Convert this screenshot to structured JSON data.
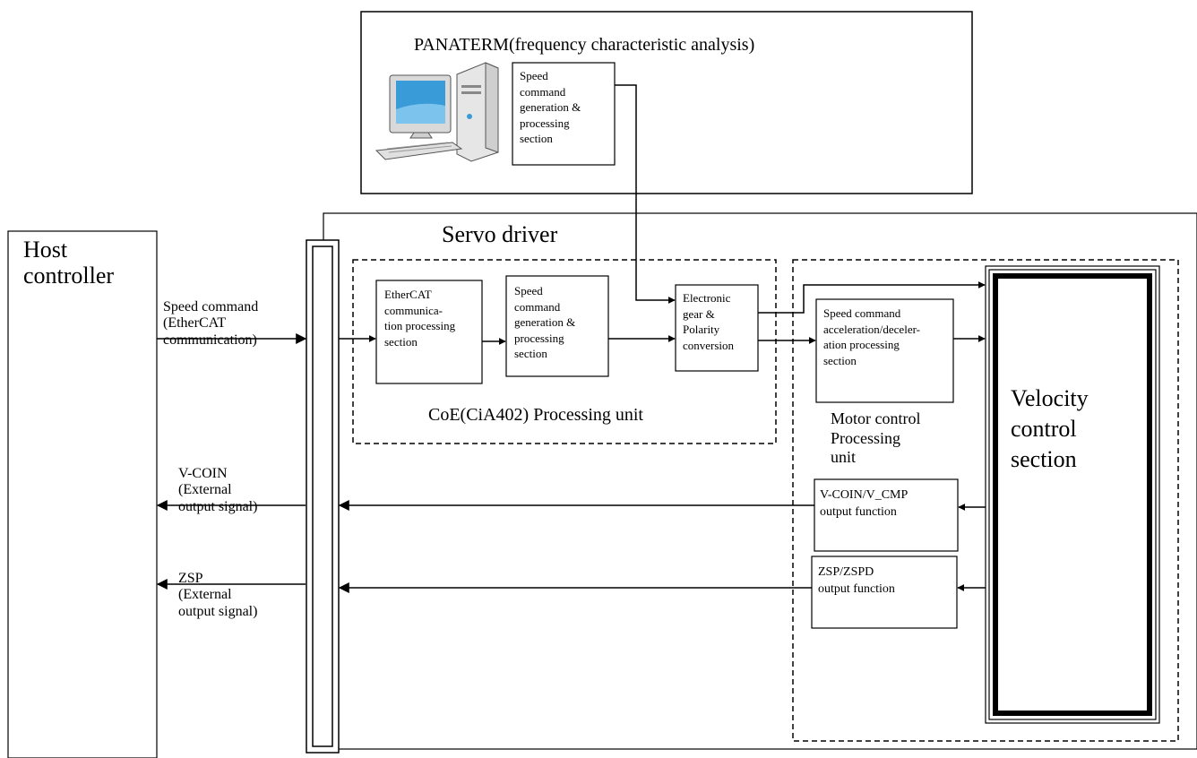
{
  "panaterm": {
    "title": "PANATERM(frequency characteristic analysis)",
    "pc_box": "Speed\ncommand\ngeneration &\nprocessing\nsection"
  },
  "servo": {
    "title": "Servo driver",
    "coe_label": "CoE(CiA402) Processing unit",
    "ethercat_box": "EtherCAT\ncommunica-\ntion processing\nsection",
    "speed_gen_box": "Speed\ncommand\ngeneration &\nprocessing\nsection",
    "egear_box": "Electronic\ngear &\nPolarity\nconversion",
    "accel_box": "Speed command\nacceleration/deceler-\nation processing\nsection",
    "motor_label": "Motor control\nProcessing\nunit",
    "vcoin_box": "V-COIN/V_CMP\noutput function",
    "zsp_box": "ZSP/ZSPD\noutput function",
    "velocity_box": "Velocity\ncontrol\nsection"
  },
  "host": {
    "title": "Host\ncontroller",
    "speed_cmd": "Speed command\n(EtherCAT\ncommunication)",
    "vcoin": "V-COIN\n(External\noutput signal)",
    "zsp": "ZSP\n(External\noutput signal)"
  },
  "colors": {
    "line": "#000000",
    "monitor_screen": "#3a9bd9",
    "computer_body": "#e8e8e8"
  },
  "icons": {
    "computer": "desktop-computer-icon"
  }
}
